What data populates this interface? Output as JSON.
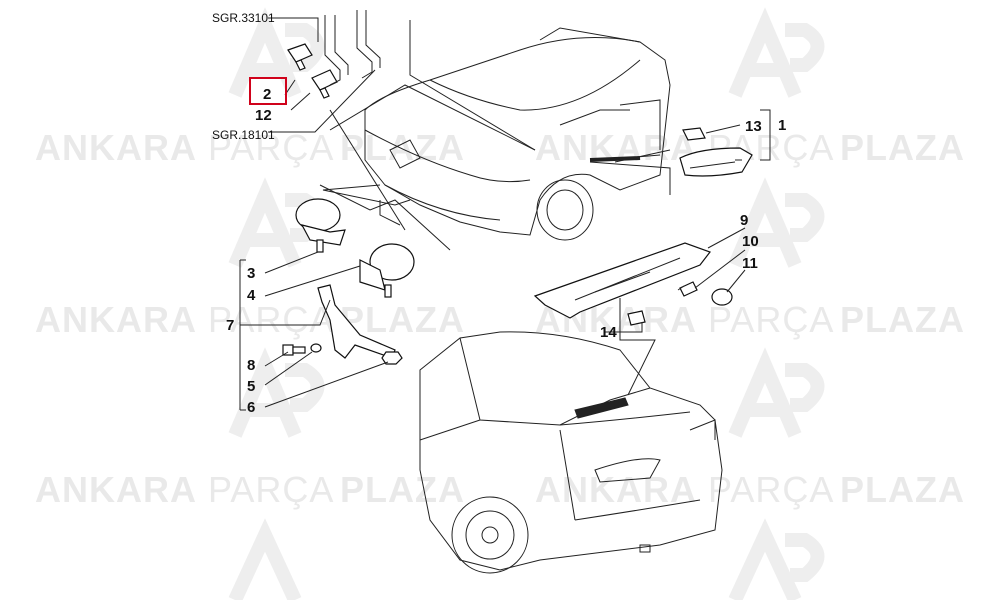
{
  "watermark": {
    "word1": "ANKARA",
    "word2": "PARÇA",
    "word3": "PLAZA",
    "logo": "AP"
  },
  "codes": {
    "sgr_top": "SGR.33101",
    "sgr_bottom": "SGR.18101"
  },
  "highlighted_ref": "2",
  "refs": {
    "r1": "1",
    "r2": "2",
    "r3": "3",
    "r4": "4",
    "r5": "5",
    "r6": "6",
    "r7": "7",
    "r8": "8",
    "r9": "9",
    "r10": "10",
    "r11": "11",
    "r12": "12",
    "r13": "13",
    "r14": "14"
  },
  "colors": {
    "highlight_box": "#d0021b",
    "watermark": "#e9e9e9",
    "line": "#222222"
  }
}
